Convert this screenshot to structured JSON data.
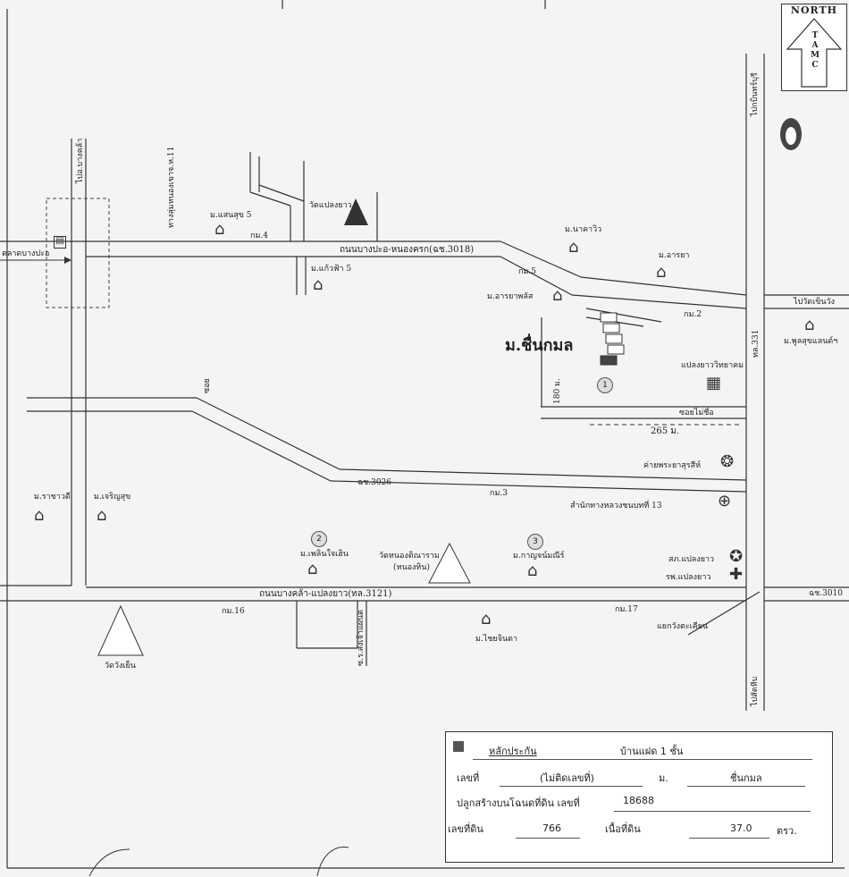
{
  "compass": {
    "label": "NORTH",
    "letters": [
      "T",
      "A",
      "M",
      "C"
    ]
  },
  "roads": {
    "main_north": "ถนนบางปะอ-หนองครก(ฉช.3018)",
    "main_south": "ถนนบางคล้า-แปลงยาว(ทล.3121)",
    "middle": "ฉช.3026",
    "soi_mai_chuea": "ซอยไม่ชื่อ",
    "east_hwy": "ทล.331",
    "se_road": "ฉช.3010",
    "lane_south": "ซ.ร.ส่งเจ้าแผนด",
    "lane_north": "ทางลุ่มหนองเขาจ.ห.11",
    "diag_lane": "ซอย"
  },
  "directions": {
    "to_bangkla": "ไปอ.บางคล้า",
    "to_market": "ตลาดบางปะอ",
    "to_phanom": "ไปกบินทร์บุรี",
    "to_right": "ไปวัดเขินวัง",
    "to_south": "ไปสัตหีบ"
  },
  "distances": {
    "main": "265 ม.",
    "side": "180 ม."
  },
  "target": {
    "title": "ม.ชื่นกมล",
    "circle": "1"
  },
  "places": {
    "wat_top": "วัดแปลงยาว",
    "m_sanuk": "ม.แสนสุข 5",
    "m_kaew": "ม.แก้วฟ้า 5",
    "m_nawa": "ม.นาคาวิว",
    "m_arya": "ม.อารยา",
    "m_arya_pat": "ม.อารยาพลัส",
    "m_phuk": "ม.พูลสุขแลนด์ฯ",
    "school": "แปลงยาววิทยาคม",
    "camp": "ค่ายพระยาสุรสีห์",
    "office": "สำนักทางหลวงชนบทที่ 13",
    "m_rachan": "ม.ราชาวดี",
    "m_charoen": "ม.เจริญสุข",
    "m_phloen": "ม.เพลินใจเฮิน",
    "wat_nong": "วัดหนองติณาราม",
    "wat_nong_sub": "(หนองหิน)",
    "m_kanyapha": "ม.กาญจน์มณีร์",
    "sp_plaeng": "สภ.แปลงยาว",
    "rp_plaeng": "รพ.แปลงยาว",
    "wat_sang": "วัดวังเย็น",
    "m_chai": "ม.ไชยจินดา",
    "nakhon": "แยกวังตะเคียน",
    "circle2": "2",
    "circle3": "3",
    "km_labels": [
      "กม.4",
      "กม.5",
      "กม.2",
      "กม.3",
      "กม.16",
      "กม.17"
    ]
  },
  "infobox": {
    "row1_label": "หลักประกัน",
    "row1_value": "บ้านแฝด 1  ชั้น",
    "row2_label": "เลขที่",
    "row2_value": "(ไม่ติดเลขที่)",
    "row2_m": "ม.",
    "row2_name": "ชื่นกมล",
    "row3_label": "ปลูกสร้างบนโฉนดที่ดิน เลขที่",
    "row3_value": "18688",
    "row4_label": "เลขที่ดิน",
    "row4_value": "766",
    "row4_label2": "เนื้อที่ดิน",
    "row4_value2": "37.0",
    "row4_unit": "ตรว."
  },
  "colors": {
    "road": "#ffffff",
    "road_edge": "#333333",
    "paper": "#f4f4f2"
  }
}
